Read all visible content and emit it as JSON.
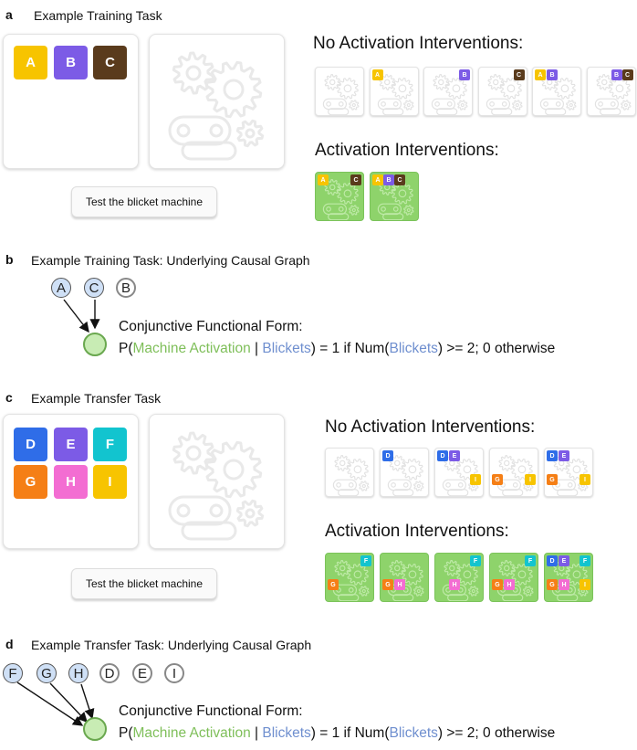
{
  "colors": {
    "A": "#f7c400",
    "B": "#7c5be6",
    "C": "#5a3b1c",
    "D": "#2f6de8",
    "E": "#7c5be6",
    "F": "#12c4cf",
    "G": "#f57f16",
    "H": "#f36dd2",
    "I": "#f7c400",
    "active_bg": "#8ed36b",
    "machine_activation": "#7fbf5a",
    "blickets": "#6f8fcf",
    "node_blue": "#cfe0f6",
    "node_target": "#c8ecb4"
  },
  "panel_a": {
    "letter": "a",
    "title": "Example Training Task",
    "blocks": [
      "A",
      "B",
      "C"
    ],
    "button_label": "Test the blicket machine",
    "no_activation_heading": "No Activation Interventions:",
    "no_activation_sets": [
      [],
      [
        "A"
      ],
      [
        "B"
      ],
      [
        "C"
      ],
      [
        "A",
        "B"
      ],
      [
        "B",
        "C"
      ]
    ],
    "activation_heading": "Activation Interventions:",
    "activation_sets": [
      [
        "A",
        "C"
      ],
      [
        "A",
        "B",
        "C"
      ]
    ]
  },
  "panel_b": {
    "letter": "b",
    "title": "Example Training Task: Underlying Causal Graph",
    "nodes": [
      "A",
      "C",
      "B"
    ],
    "causes": [
      "A",
      "C"
    ],
    "formula_title": "Conjunctive Functional Form:",
    "formula": {
      "p_open": "P(",
      "machine_activation": "Machine Activation",
      "bar": " | ",
      "blickets": "Blickets",
      "mid": ") = 1 if Num(",
      "blickets2": "Blickets",
      "end": ") >= 2; 0 otherwise"
    }
  },
  "panel_c": {
    "letter": "c",
    "title": "Example Transfer Task",
    "blocks": [
      "D",
      "E",
      "F",
      "G",
      "H",
      "I"
    ],
    "button_label": "Test the blicket machine",
    "no_activation_heading": "No Activation Interventions:",
    "no_activation_sets": [
      [],
      [
        "D"
      ],
      [
        "D",
        "E",
        "I"
      ],
      [
        "G",
        "I"
      ],
      [
        "D",
        "E",
        "G",
        "I"
      ]
    ],
    "activation_heading": "Activation Interventions:",
    "activation_sets": [
      [
        "F",
        "G"
      ],
      [
        "G",
        "H"
      ],
      [
        "F",
        "H"
      ],
      [
        "F",
        "G",
        "H"
      ],
      [
        "D",
        "E",
        "F",
        "G",
        "H",
        "I"
      ]
    ]
  },
  "panel_d": {
    "letter": "d",
    "title": "Example Transfer Task: Underlying Causal Graph",
    "nodes": [
      "F",
      "G",
      "H",
      "D",
      "E",
      "I"
    ],
    "causes": [
      "F",
      "G",
      "H"
    ],
    "formula_title": "Conjunctive Functional Form:",
    "formula": {
      "p_open": "P(",
      "machine_activation": "Machine Activation",
      "bar": " | ",
      "blickets": "Blickets",
      "mid": ") = 1 if Num(",
      "blickets2": "Blickets",
      "end": ") >= 2; 0 otherwise"
    }
  }
}
